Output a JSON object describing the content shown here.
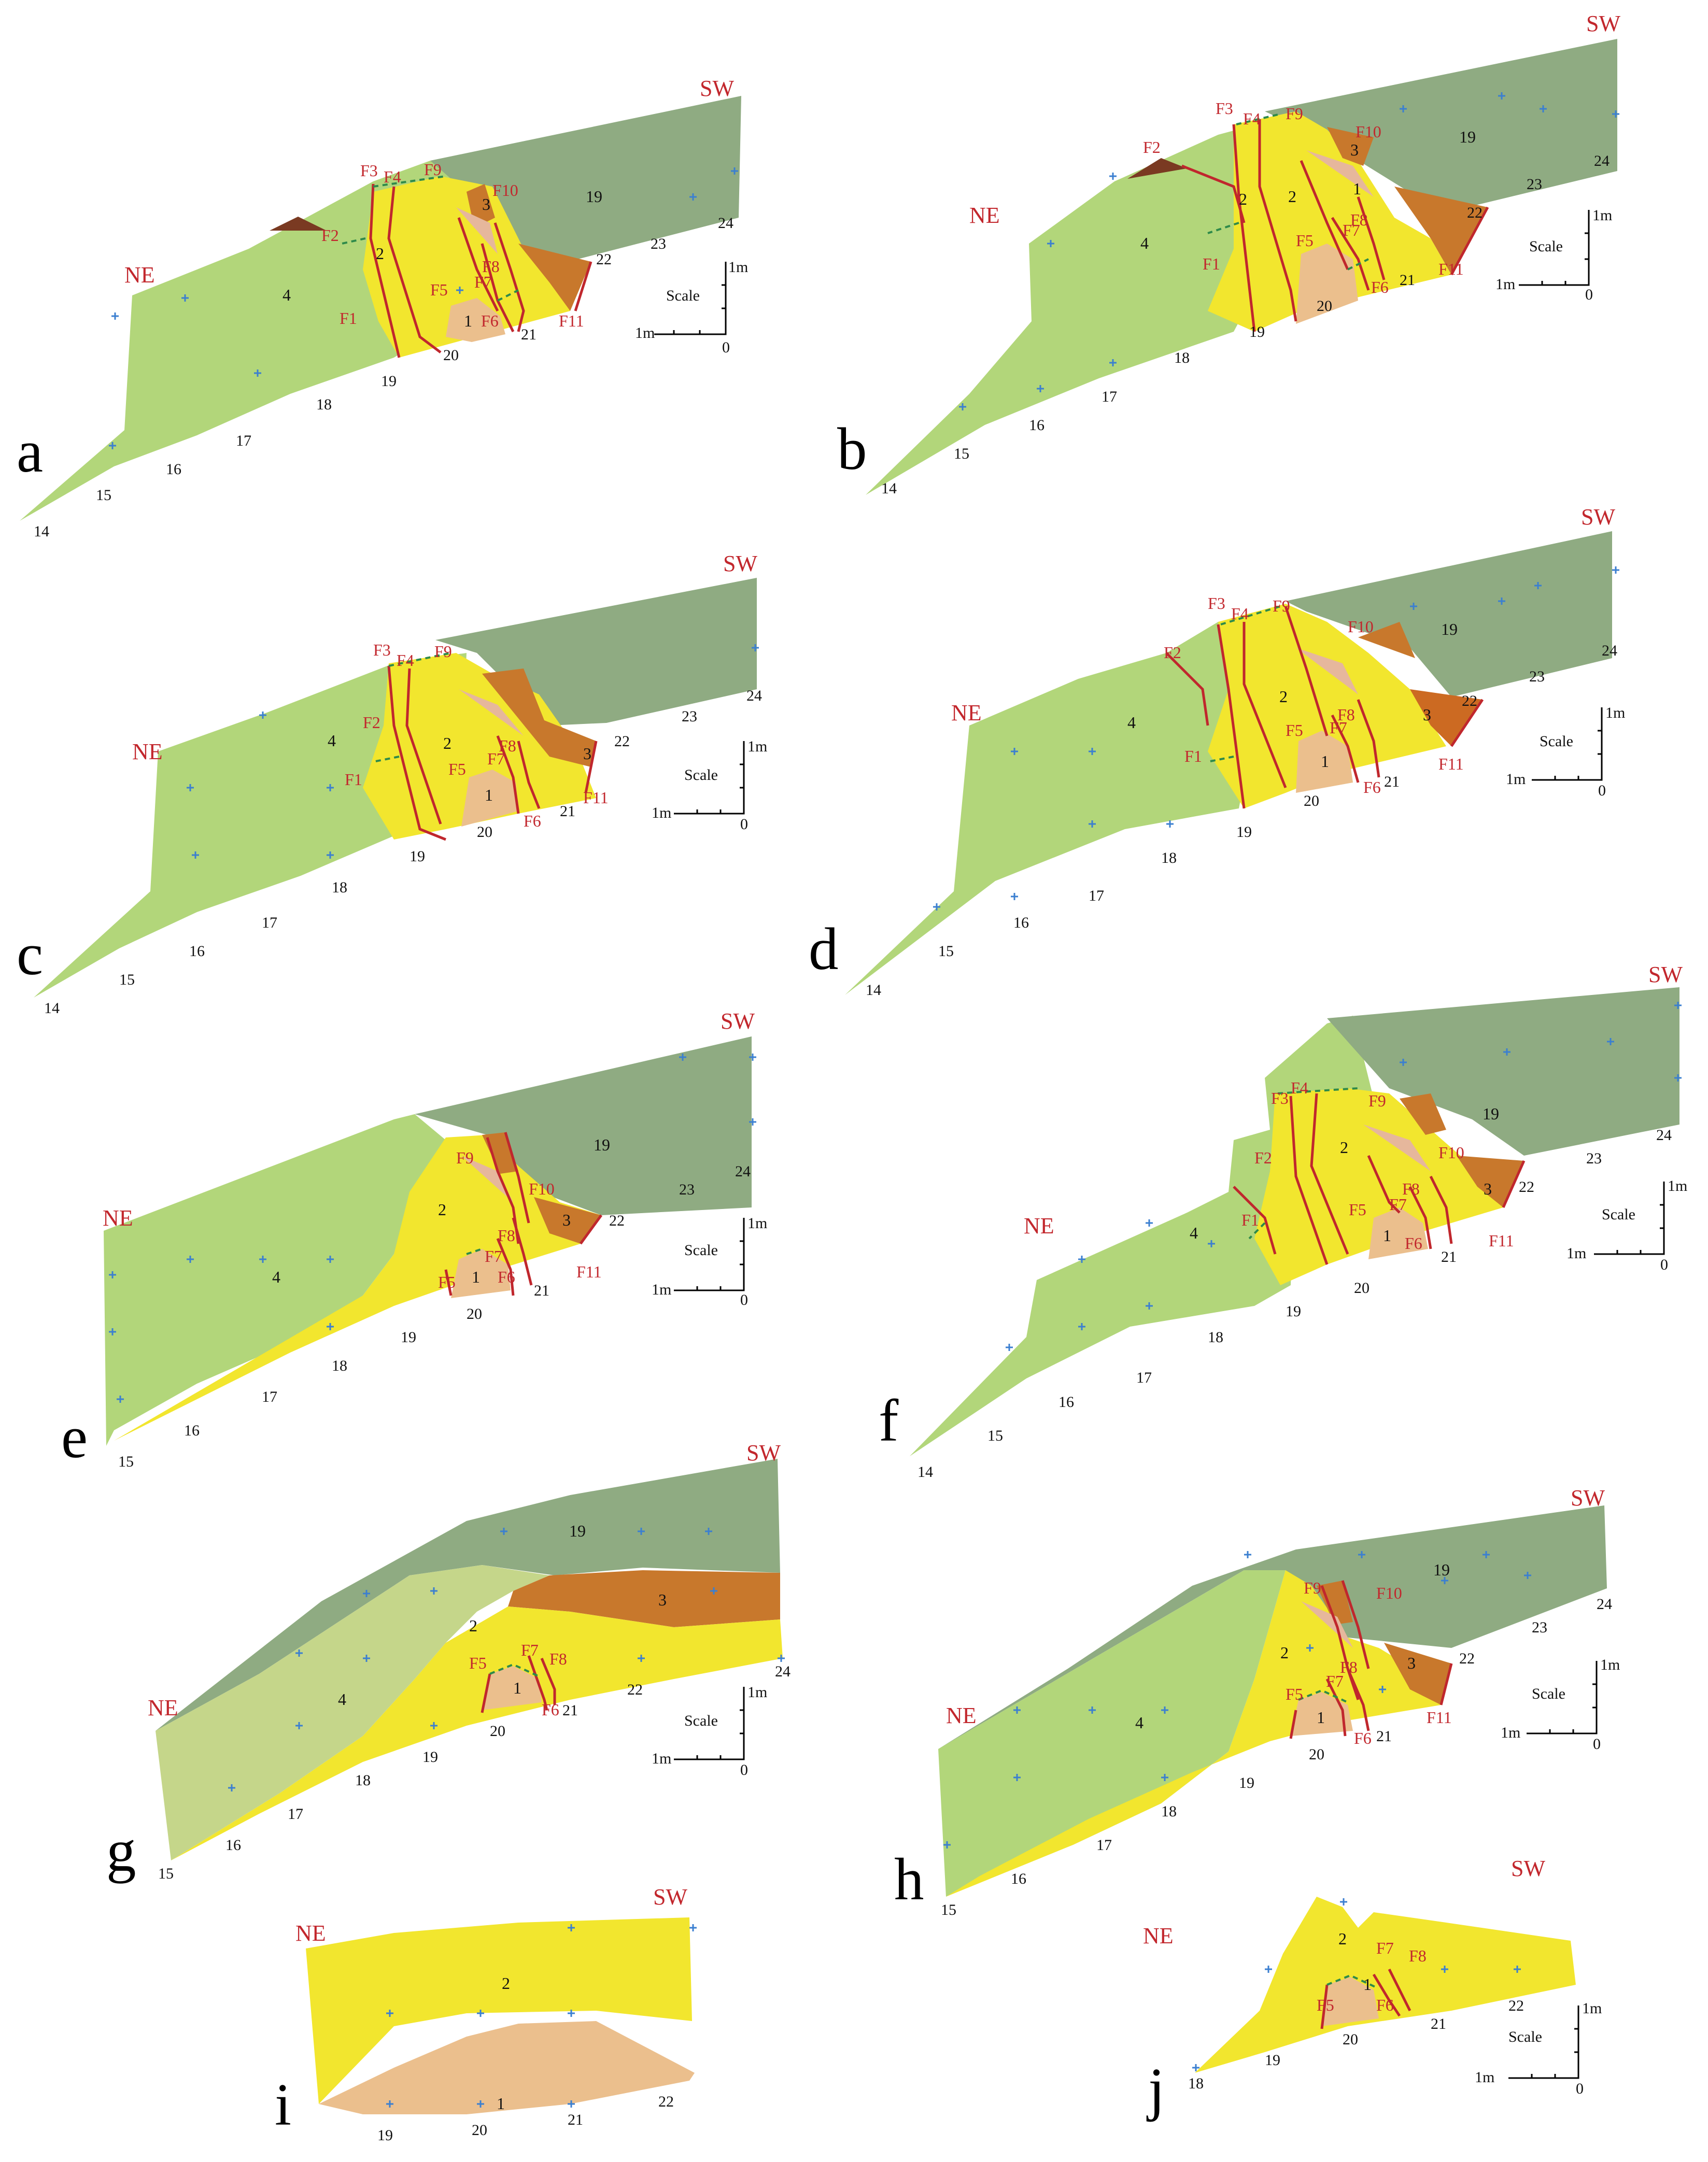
{
  "directions": {
    "ne": "NE",
    "sw": "SW"
  },
  "scale": {
    "label": "Scale",
    "length": "1m",
    "zero": "0"
  },
  "panels": [
    {
      "letter": "a",
      "faults": [
        "F1",
        "F2",
        "F3",
        "F4",
        "F5",
        "F6",
        "F7",
        "F8",
        "F9",
        "F10",
        "F11"
      ],
      "units": [
        "1",
        "2",
        "3",
        "4",
        "19"
      ],
      "points": [
        "14",
        "15",
        "16",
        "17",
        "18",
        "19",
        "20",
        "21",
        "22",
        "23",
        "24"
      ]
    },
    {
      "letter": "b",
      "faults": [
        "F1",
        "F2",
        "F3",
        "F4",
        "F5",
        "F6",
        "F7",
        "F8",
        "F9",
        "F10",
        "F11"
      ],
      "units": [
        "1",
        "2",
        "3",
        "4",
        "19"
      ],
      "points": [
        "14",
        "15",
        "16",
        "17",
        "18",
        "19",
        "20",
        "21",
        "22",
        "23",
        "24"
      ]
    },
    {
      "letter": "c",
      "faults": [
        "F1",
        "F2",
        "F3",
        "F4",
        "F5",
        "F6",
        "F7",
        "F8",
        "F9",
        "F11"
      ],
      "units": [
        "1",
        "2",
        "3",
        "4"
      ],
      "points": [
        "14",
        "15",
        "16",
        "17",
        "18",
        "19",
        "20",
        "21",
        "22",
        "23",
        "24"
      ]
    },
    {
      "letter": "d",
      "faults": [
        "F1",
        "F2",
        "F3",
        "F4",
        "F5",
        "F6",
        "F7",
        "F8",
        "F9",
        "F10",
        "F11"
      ],
      "units": [
        "1",
        "2",
        "3",
        "4",
        "19"
      ],
      "points": [
        "14",
        "15",
        "16",
        "17",
        "18",
        "19",
        "20",
        "21",
        "22",
        "23",
        "24"
      ]
    },
    {
      "letter": "e",
      "faults": [
        "F5",
        "F6",
        "F7",
        "F8",
        "F9",
        "F10",
        "F11"
      ],
      "units": [
        "1",
        "2",
        "3",
        "4",
        "19"
      ],
      "points": [
        "15",
        "16",
        "17",
        "18",
        "19",
        "20",
        "21",
        "22",
        "23",
        "24"
      ]
    },
    {
      "letter": "f",
      "faults": [
        "F1",
        "F2",
        "F3",
        "F4",
        "F5",
        "F6",
        "F7",
        "F8",
        "F9",
        "F10",
        "F11"
      ],
      "units": [
        "1",
        "2",
        "3",
        "4",
        "19"
      ],
      "points": [
        "14",
        "15",
        "16",
        "17",
        "18",
        "19",
        "20",
        "21",
        "22",
        "23",
        "24"
      ]
    },
    {
      "letter": "g",
      "faults": [
        "F5",
        "F6",
        "F7",
        "F8"
      ],
      "units": [
        "1",
        "2",
        "3",
        "4",
        "19"
      ],
      "points": [
        "15",
        "16",
        "17",
        "18",
        "19",
        "20",
        "21",
        "22",
        "24"
      ]
    },
    {
      "letter": "h",
      "faults": [
        "F5",
        "F6",
        "F7",
        "F8",
        "F9",
        "F10",
        "F11"
      ],
      "units": [
        "1",
        "2",
        "3",
        "4",
        "19"
      ],
      "points": [
        "15",
        "16",
        "17",
        "18",
        "19",
        "20",
        "21",
        "22",
        "23",
        "24"
      ]
    },
    {
      "letter": "i",
      "faults": [],
      "units": [
        "1",
        "2"
      ],
      "points": [
        "19",
        "20",
        "21",
        "22"
      ]
    },
    {
      "letter": "j",
      "faults": [
        "F5",
        "F6",
        "F7",
        "F8"
      ],
      "units": [
        "1",
        "2"
      ],
      "points": [
        "18",
        "19",
        "20",
        "21",
        "22"
      ]
    }
  ],
  "colors": {
    "unit_4": "#b2d67a",
    "unit_19": "#8fab82",
    "unit_2": "#f2e62e",
    "unit_1": "#ebbf8d",
    "unit_3": "#c8782c",
    "lens": "#e6b79c",
    "cap": "#7a3a22",
    "fault": "#c0272d",
    "label_red": "#c2272d"
  }
}
